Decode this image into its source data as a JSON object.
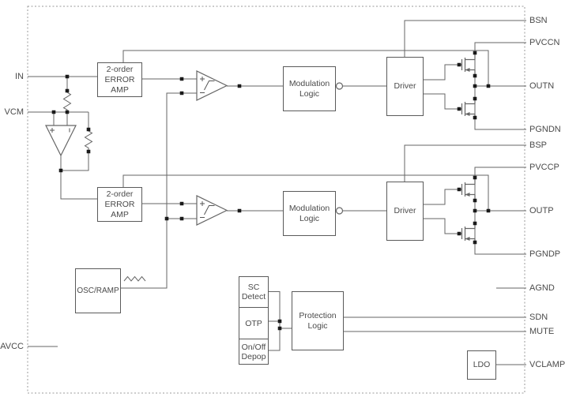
{
  "diagram_type": "class-d-amplifier-functional-block-diagram",
  "colors": {
    "background": "#ffffff",
    "wire": "#666666",
    "block_border": "#5a5a5a",
    "text": "#4a4a4a",
    "junction_dot": "#1a1a1a",
    "chip_boundary": "#999999"
  },
  "blocks": {
    "error_amp_n": "2-order\nERROR\nAMP",
    "error_amp_p": "2-order\nERROR\nAMP",
    "modulation_logic_n": "Modulation\nLogic",
    "modulation_logic_p": "Modulation\nLogic",
    "driver_n": "Driver",
    "driver_p": "Driver",
    "osc_ramp": "OSC/RAMP",
    "sc_detect": "SC\nDetect",
    "otp": "OTP",
    "on_off_depop": "On/Off\nDepop",
    "protection_logic": "Protection\nLogic",
    "ldo": "LDO"
  },
  "pins": {
    "left": [
      {
        "label": "IN"
      },
      {
        "label": "VCM"
      },
      {
        "label": "AVCC"
      }
    ],
    "right": [
      {
        "label": "BSN"
      },
      {
        "label": "PVCCN"
      },
      {
        "label": "OUTN"
      },
      {
        "label": "PGNDN"
      },
      {
        "label": "BSP"
      },
      {
        "label": "PVCCP"
      },
      {
        "label": "OUTP"
      },
      {
        "label": "PGNDP"
      },
      {
        "label": "AGND"
      },
      {
        "label": "SDN"
      },
      {
        "label": "MUTE"
      },
      {
        "label": "VCLAMP"
      }
    ]
  },
  "symbols": {
    "comparators": 2,
    "vcm_buffer_amp": 1,
    "output_mosfets": 4,
    "feedback_resistors": 2,
    "inversion_bubbles": 2
  }
}
